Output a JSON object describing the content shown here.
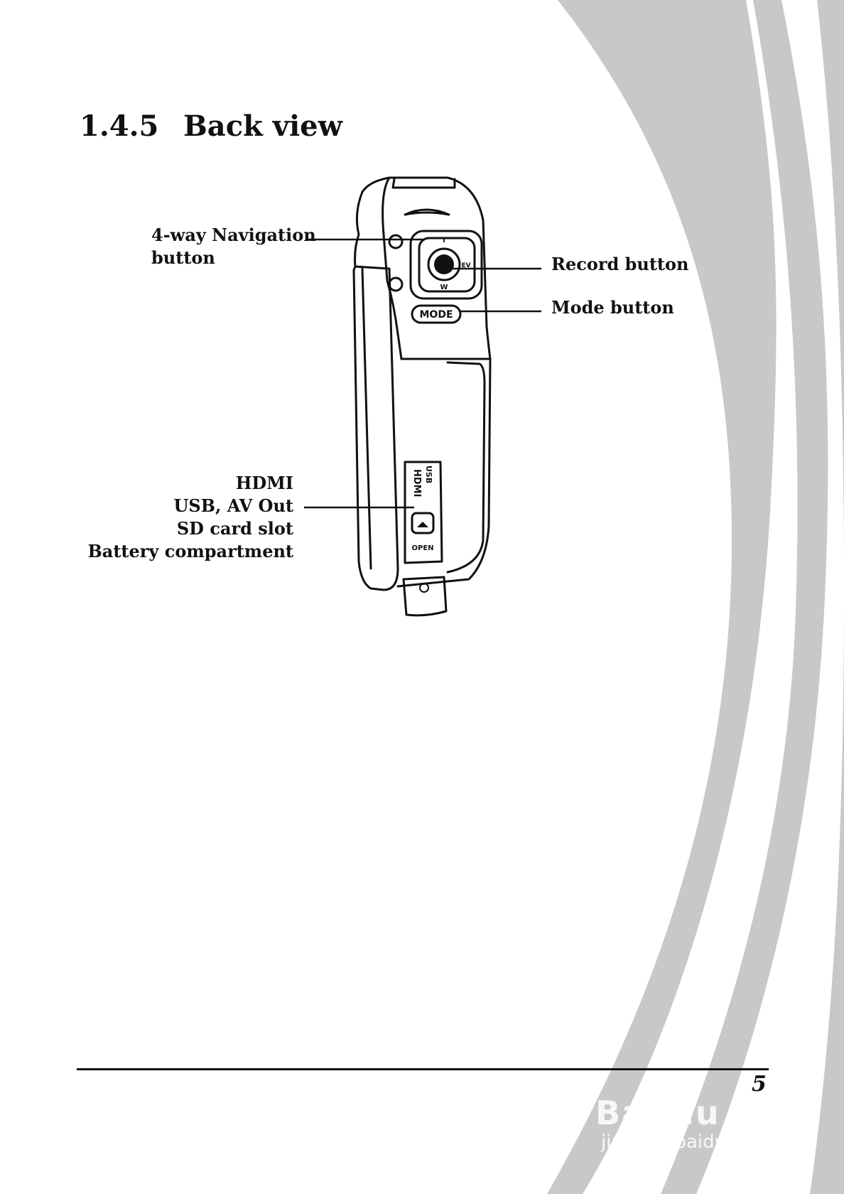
{
  "section": {
    "number": "1.4.5",
    "title": "Back view"
  },
  "callouts": {
    "navigation": [
      "4-way Navigation",
      "button"
    ],
    "record": "Record button",
    "mode": "Mode button",
    "ports": [
      "HDMI",
      "USB, AV Out",
      "SD card slot",
      "Battery compartment"
    ]
  },
  "camera_labels": {
    "mode_key": "MODE",
    "open": "OPEN",
    "hdmi": "HDMI",
    "usb": "USB",
    "tele": "T",
    "wide": "W",
    "ev": "EV"
  },
  "footer": {
    "page_number": "5"
  },
  "watermark": {
    "brand": "Bai du 经验",
    "url": "jingyan.baidu.com"
  },
  "colors": {
    "arc": "#c8c8c8",
    "text": "#111111",
    "background": "#ffffff"
  }
}
